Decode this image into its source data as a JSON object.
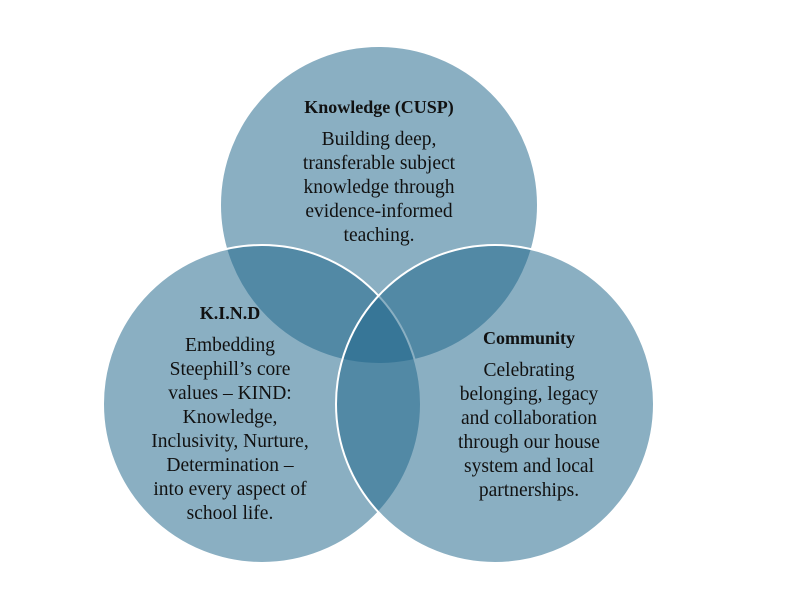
{
  "colors": {
    "circle_fill": "#1e658a",
    "stroke": "#ffffff"
  },
  "circles": [
    {
      "title": "Knowledge (CUSP)",
      "lines": [
        "Building deep,",
        "transferable subject",
        "knowledge through",
        "evidence-informed",
        "teaching."
      ]
    },
    {
      "title": "K.I.N.D",
      "lines": [
        "Embedding",
        "Steephill’s core",
        "values – KIND:",
        "Knowledge,",
        "Inclusivity, Nurture,",
        "Determination –",
        "into every aspect of",
        "school life."
      ]
    },
    {
      "title": "Community",
      "lines": [
        "Celebrating",
        "belonging, legacy",
        "and collaboration",
        "through our house",
        "system and local",
        "partnerships."
      ]
    }
  ]
}
